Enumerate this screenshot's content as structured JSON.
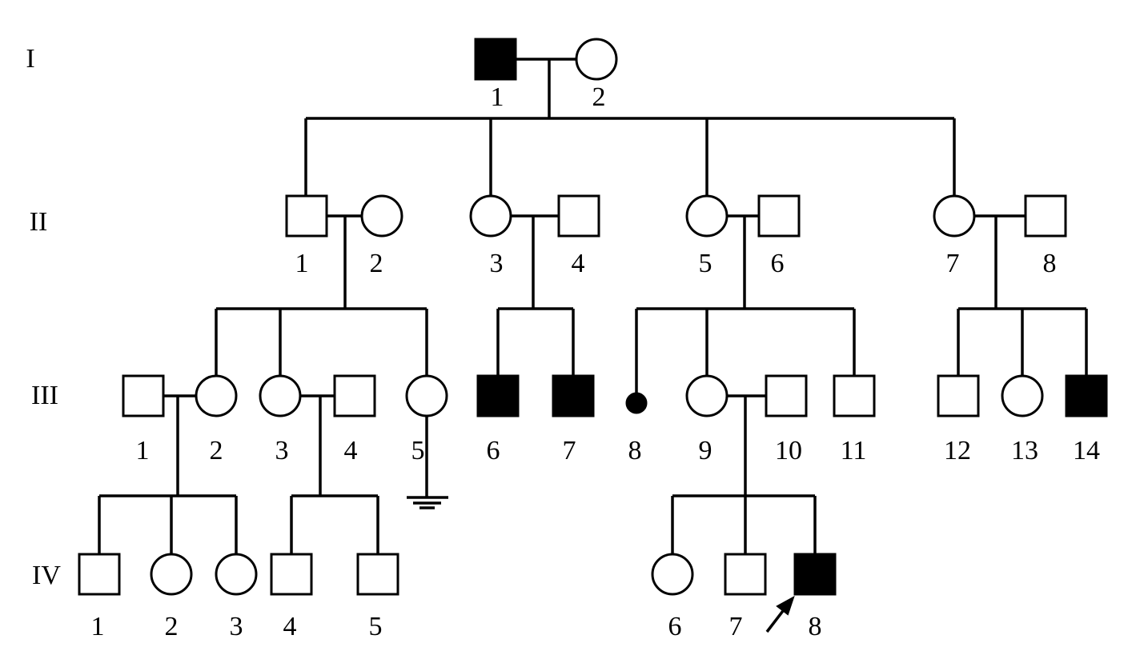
{
  "generations": [
    {
      "id": "gen-I",
      "label": "I"
    },
    {
      "id": "gen-II",
      "label": "II"
    },
    {
      "id": "gen-III",
      "label": "III"
    },
    {
      "id": "gen-IV",
      "label": "IV"
    }
  ],
  "legend_colors": {
    "affected": "#000000",
    "unaffected": "#ffffff",
    "line": "#000000"
  },
  "individuals": [
    {
      "id": "I-1",
      "gen": "I",
      "number": "1",
      "sex": "male",
      "affected": true
    },
    {
      "id": "I-2",
      "gen": "I",
      "number": "2",
      "sex": "female",
      "affected": false
    },
    {
      "id": "II-1",
      "gen": "II",
      "number": "1",
      "sex": "male",
      "affected": false
    },
    {
      "id": "II-2",
      "gen": "II",
      "number": "2",
      "sex": "female",
      "affected": false
    },
    {
      "id": "II-3",
      "gen": "II",
      "number": "3",
      "sex": "female",
      "affected": false
    },
    {
      "id": "II-4",
      "gen": "II",
      "number": "4",
      "sex": "male",
      "affected": false
    },
    {
      "id": "II-5",
      "gen": "II",
      "number": "5",
      "sex": "female",
      "affected": false
    },
    {
      "id": "II-6",
      "gen": "II",
      "number": "6",
      "sex": "male",
      "affected": false
    },
    {
      "id": "II-7",
      "gen": "II",
      "number": "7",
      "sex": "female",
      "affected": false
    },
    {
      "id": "II-8",
      "gen": "II",
      "number": "8",
      "sex": "male",
      "affected": false
    },
    {
      "id": "III-1",
      "gen": "III",
      "number": "1",
      "sex": "male",
      "affected": false
    },
    {
      "id": "III-2",
      "gen": "III",
      "number": "2",
      "sex": "female",
      "affected": false
    },
    {
      "id": "III-3",
      "gen": "III",
      "number": "3",
      "sex": "female",
      "affected": false
    },
    {
      "id": "III-4",
      "gen": "III",
      "number": "4",
      "sex": "male",
      "affected": false
    },
    {
      "id": "III-5",
      "gen": "III",
      "number": "5",
      "sex": "female",
      "affected": false,
      "no_offspring": true
    },
    {
      "id": "III-6",
      "gen": "III",
      "number": "6",
      "sex": "male",
      "affected": true
    },
    {
      "id": "III-7",
      "gen": "III",
      "number": "7",
      "sex": "male",
      "affected": true
    },
    {
      "id": "III-8",
      "gen": "III",
      "number": "8",
      "sex": "deceased-infant",
      "affected": true
    },
    {
      "id": "III-9",
      "gen": "III",
      "number": "9",
      "sex": "female",
      "affected": false
    },
    {
      "id": "III-10",
      "gen": "III",
      "number": "10",
      "sex": "male",
      "affected": false
    },
    {
      "id": "III-11",
      "gen": "III",
      "number": "11",
      "sex": "male",
      "affected": false
    },
    {
      "id": "III-12",
      "gen": "III",
      "number": "12",
      "sex": "male",
      "affected": false
    },
    {
      "id": "III-13",
      "gen": "III",
      "number": "13",
      "sex": "female",
      "affected": false
    },
    {
      "id": "III-14",
      "gen": "III",
      "number": "14",
      "sex": "male",
      "affected": true
    },
    {
      "id": "IV-1",
      "gen": "IV",
      "number": "1",
      "sex": "male",
      "affected": false
    },
    {
      "id": "IV-2",
      "gen": "IV",
      "number": "2",
      "sex": "female",
      "affected": false
    },
    {
      "id": "IV-3",
      "gen": "IV",
      "number": "3",
      "sex": "female",
      "affected": false
    },
    {
      "id": "IV-4",
      "gen": "IV",
      "number": "4",
      "sex": "male",
      "affected": false
    },
    {
      "id": "IV-5",
      "gen": "IV",
      "number": "5",
      "sex": "male",
      "affected": false
    },
    {
      "id": "IV-6",
      "gen": "IV",
      "number": "6",
      "sex": "female",
      "affected": false
    },
    {
      "id": "IV-7",
      "gen": "IV",
      "number": "7",
      "sex": "male",
      "affected": false
    },
    {
      "id": "IV-8",
      "gen": "IV",
      "number": "8",
      "sex": "male",
      "affected": true,
      "proband": true
    }
  ],
  "families": [
    {
      "parents": [
        "I-1",
        "I-2"
      ],
      "children": [
        "II-1",
        "II-3",
        "II-5",
        "II-7"
      ]
    },
    {
      "parents": [
        "II-1",
        "II-2"
      ],
      "children": [
        "III-2",
        "III-3",
        "III-5"
      ]
    },
    {
      "parents": [
        "II-3",
        "II-4"
      ],
      "children": [
        "III-6",
        "III-7"
      ]
    },
    {
      "parents": [
        "II-5",
        "II-6"
      ],
      "children": [
        "III-8",
        "III-9",
        "III-11"
      ]
    },
    {
      "parents": [
        "II-7",
        "II-8"
      ],
      "children": [
        "III-12",
        "III-13",
        "III-14"
      ]
    },
    {
      "parents": [
        "III-1",
        "III-2"
      ],
      "children": [
        "IV-1",
        "IV-2",
        "IV-3"
      ]
    },
    {
      "parents": [
        "III-3",
        "III-4"
      ],
      "children": [
        "IV-4",
        "IV-5"
      ]
    },
    {
      "parents": [
        "III-9",
        "III-10"
      ],
      "children": [
        "IV-6",
        "IV-7",
        "IV-8"
      ]
    }
  ]
}
